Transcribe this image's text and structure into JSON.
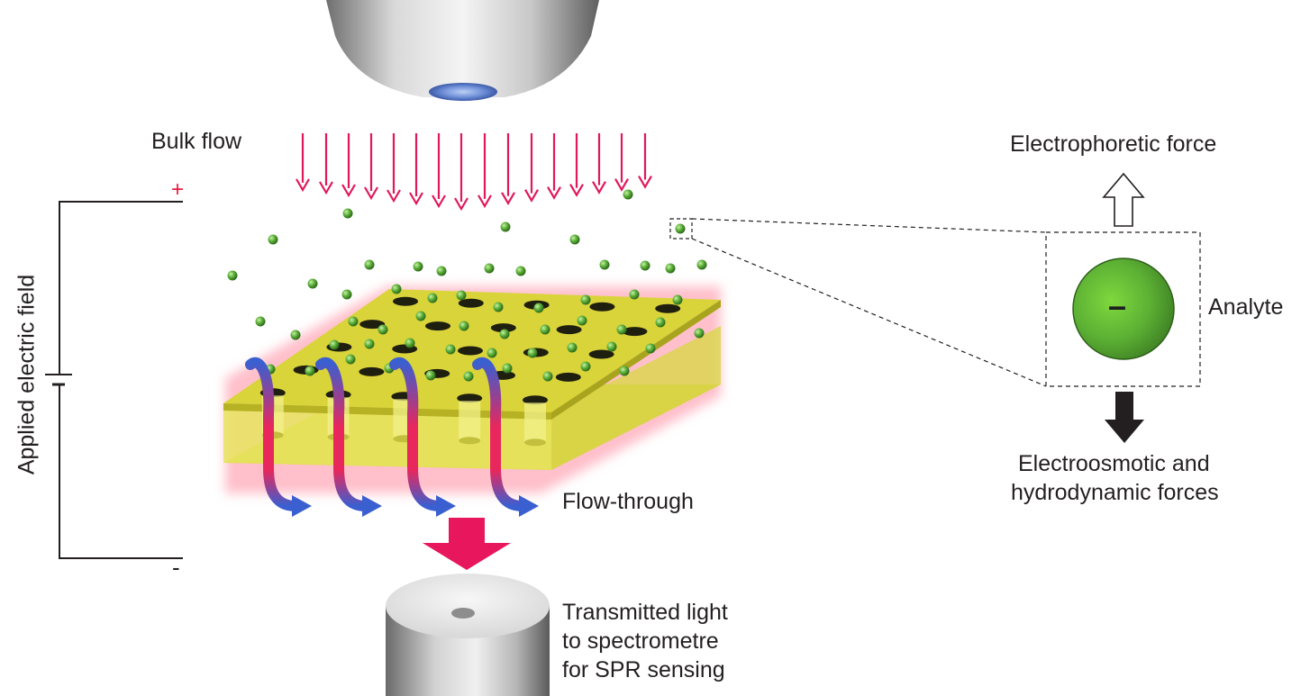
{
  "labels": {
    "bulk_flow": "Bulk flow",
    "applied_field": "Applied electric field",
    "plus": "+",
    "minus": "-",
    "flow_through": "Flow-through",
    "transmitted_1": "Transmitted light",
    "transmitted_2": "to spectrometre",
    "transmitted_3": "for SPR sensing",
    "electrophoretic": "Electrophoretic force",
    "analyte": "Analyte",
    "analyte_charge": "–",
    "electroosmotic_1": "Electroosmotic and",
    "electroosmotic_2": "hydrodynamic forces"
  },
  "colors": {
    "flow_arrow": "#e0185c",
    "plus_sign": "#e8193c",
    "particle": "#5fb23c",
    "membrane": "#d6d23a",
    "membrane_side": "#c9c832",
    "flow_through_arrow": "#3a5fd0",
    "light_arrow": "#e8175d",
    "text": "#231f20",
    "force_arrow_down": "#231f20"
  }
}
